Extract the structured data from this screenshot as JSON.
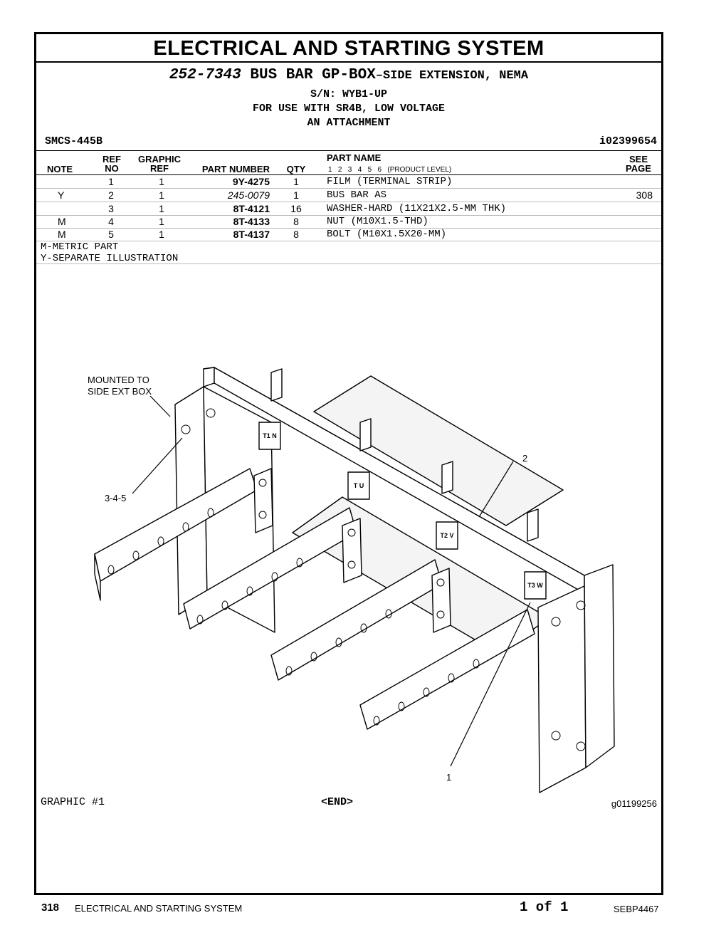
{
  "header": {
    "title": "ELECTRICAL AND STARTING SYSTEM",
    "part_number": "252-7343",
    "group_name": "BUS BAR GP-BOX",
    "group_ext": "–SIDE EXTENSION, NEMA",
    "serial": "S/N: WYB1-UP",
    "usage": "FOR USE WITH SR4B, LOW VOLTAGE",
    "attachment": "AN ATTACHMENT",
    "smcs": "SMCS-445B",
    "illustration_id": "i02399654"
  },
  "columns": {
    "note": "NOTE",
    "ref_top": "REF",
    "ref_bottom": "NO",
    "graphic_top": "GRAPHIC",
    "graphic_bottom": "REF",
    "part_number": "PART NUMBER",
    "qty": "QTY",
    "part_name": "PART NAME",
    "levels": "1   2   3   4   5   6   (PRODUCT LEVEL)",
    "see_top": "SEE",
    "see_bottom": "PAGE"
  },
  "rows": [
    {
      "note": "",
      "ref": "1",
      "gref": "1",
      "pn": "9Y-4275",
      "pn_style": "b",
      "qty": "1",
      "name": "FILM (TERMINAL STRIP)",
      "see": ""
    },
    {
      "note": "Y",
      "ref": "2",
      "gref": "1",
      "pn": "245-0079",
      "pn_style": "i",
      "qty": "1",
      "name": "BUS BAR AS",
      "see": "308"
    },
    {
      "note": "",
      "ref": "3",
      "gref": "1",
      "pn": "8T-4121",
      "pn_style": "b",
      "qty": "16",
      "name": "WASHER-HARD (11X21X2.5-MM THK)",
      "see": ""
    },
    {
      "note": "M",
      "ref": "4",
      "gref": "1",
      "pn": "8T-4133",
      "pn_style": "b",
      "qty": "8",
      "name": "NUT (M10X1.5-THD)",
      "see": ""
    },
    {
      "note": "M",
      "ref": "5",
      "gref": "1",
      "pn": "8T-4137",
      "pn_style": "b",
      "qty": "8",
      "name": "BOLT (M10X1.5X20-MM)",
      "see": ""
    }
  ],
  "legend": [
    "M-METRIC PART",
    "Y-SEPARATE ILLUSTRATION"
  ],
  "drawing": {
    "callout_mounted_1": "MOUNTED TO",
    "callout_mounted_2": "SIDE EXT BOX",
    "callout_345": "3-4-5",
    "callout_2": "2",
    "callout_1": "1",
    "strip_labels": [
      "T1 N",
      "T U",
      "T2 V",
      "T3 W"
    ]
  },
  "graphic_label": "GRAPHIC #1",
  "end_label": "<END>",
  "graphic_id": "g01199256",
  "footer": {
    "page_number": "318",
    "section": "ELECTRICAL AND STARTING SYSTEM",
    "page_of": "1 of 1",
    "doc_id": "SEBP4467"
  }
}
